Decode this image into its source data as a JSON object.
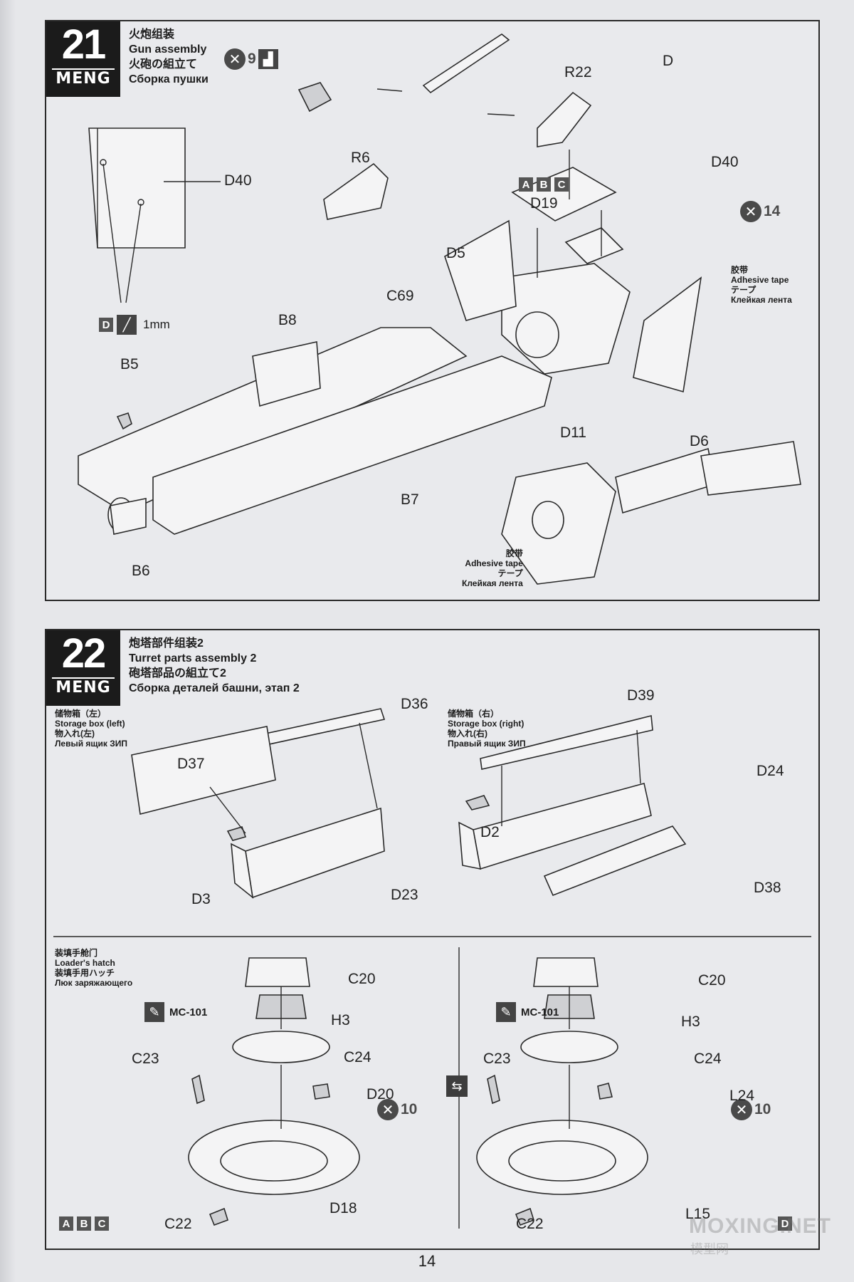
{
  "page_number": "14",
  "watermark": {
    "main": "MOXING.NET",
    "sub": "模型网"
  },
  "brand": "MENG",
  "step21": {
    "number": "21",
    "title_cn": "火炮组装",
    "title_en": "Gun assembly",
    "title_jp": "火砲の組立て",
    "title_ru": "Сборка пушки",
    "x9_count": "9",
    "x14_count": "14",
    "drill_size": "1mm",
    "d_tag": "D",
    "abc_tags": [
      "A",
      "B",
      "C"
    ],
    "tape1": {
      "cn": "胶带",
      "en": "Adhesive tape",
      "jp": "テープ",
      "ru": "Клейкая лента"
    },
    "tape2": {
      "cn": "胶带",
      "en": "Adhesive tape",
      "jp": "テープ",
      "ru": "Клейкая лента"
    },
    "parts": {
      "R22": "R22",
      "D": "D",
      "D40a": "D40",
      "D40b": "D40",
      "R6": "R6",
      "D19": "D19",
      "D5": "D5",
      "C69": "C69",
      "B8": "B8",
      "B5": "B5",
      "B6": "B6",
      "B7": "B7",
      "D11": "D11",
      "D6": "D6"
    }
  },
  "step22": {
    "number": "22",
    "title_cn": "炮塔部件组装2",
    "title_en": "Turret parts assembly 2",
    "title_jp": "砲塔部品の組立て2",
    "title_ru": "Сборка деталей башни, этап 2",
    "left_box": {
      "cn": "储物箱（左）",
      "en": "Storage box (left)",
      "jp": "物入れ(左)",
      "ru": "Левый ящик ЗИП"
    },
    "right_box": {
      "cn": "储物箱（右）",
      "en": "Storage box (right)",
      "jp": "物入れ(右)",
      "ru": "Правый ящик ЗИП"
    },
    "hatch": {
      "cn": "装填手舱门",
      "en": "Loader's hatch",
      "jp": "装填手用ハッチ",
      "ru": "Люк заряжающего"
    },
    "paint": "MC-101",
    "x10_count": "10",
    "abc_tags": [
      "A",
      "B",
      "C"
    ],
    "d_tag": "D",
    "parts": {
      "D36": "D36",
      "D37": "D37",
      "D3": "D3",
      "D23": "D23",
      "D39": "D39",
      "D24": "D24",
      "D2": "D2",
      "D38": "D38",
      "C20a": "C20",
      "H3a": "H3",
      "C24a": "C24",
      "C23a": "C23",
      "D20": "D20",
      "D18": "D18",
      "C22a": "C22",
      "C20b": "C20",
      "H3b": "H3",
      "C24b": "C24",
      "C23b": "C23",
      "L24": "L24",
      "L15": "L15",
      "C22b": "C22"
    }
  }
}
